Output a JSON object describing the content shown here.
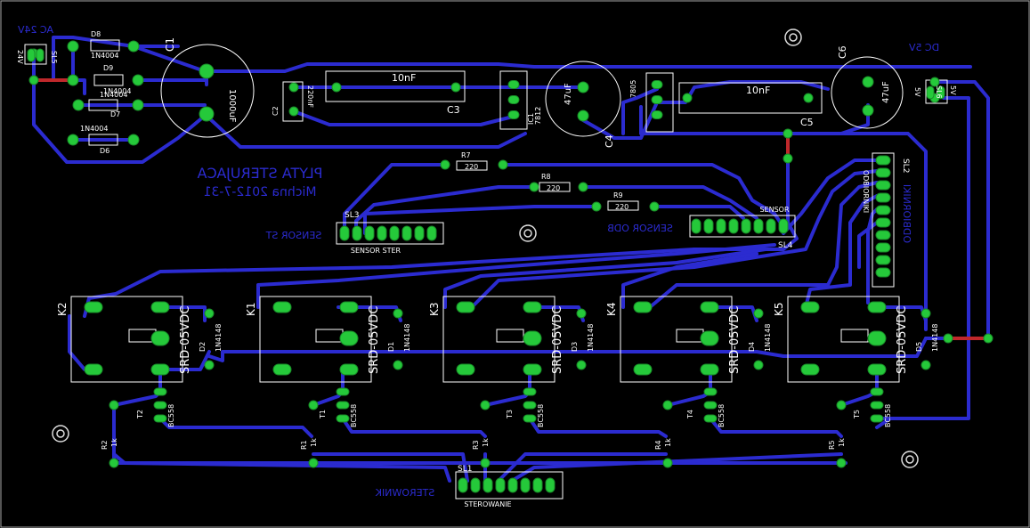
{
  "colors": {
    "background": "#000000",
    "trace_bottom": "#2b2bd0",
    "trace_top": "#c0282b",
    "pad": "#25c93a",
    "silkscreen": "#ffffff",
    "dimension": "#a7a7a7"
  },
  "board": {
    "title": "PLYTA STERUJACA",
    "subtitle": "Michna 2012-7-31"
  },
  "labels": {
    "ac_input": "AC 24V",
    "ac_pin": "24V",
    "ac_connector": "SL5",
    "dc_output": "DC 5V",
    "dc_pin_a": "5V",
    "dc_pin_b": "5V",
    "dc_connector": "SL6",
    "sensor_st": "SENSOR ST",
    "sensor_ster": "SENSOR STER",
    "sensor_odb": "SENSOR ODB",
    "sensor": "SENSOR",
    "odbiorniki": "ODBIORNIKI",
    "odbiornik": "ODBIORNIKI",
    "sterownik": "STEROWNIK",
    "sterowanie": "STEROWANIE"
  },
  "components": {
    "c1": {
      "ref": "C1",
      "value": "1000uF"
    },
    "c2": {
      "ref": "C2",
      "value": "220nF"
    },
    "c3": {
      "ref": "C3",
      "value": "10nF"
    },
    "c4": {
      "ref": "C4",
      "value": "47uF"
    },
    "c5": {
      "ref": "C5",
      "value": "10nF"
    },
    "c6": {
      "ref": "C6",
      "value": "47uF"
    },
    "ic1": {
      "ref": "IC1",
      "value": "7812"
    },
    "ic2": {
      "value": "7805"
    },
    "d8": {
      "ref": "D8",
      "value": "1N4004"
    },
    "d9": {
      "ref": "D9",
      "value": "1N4004"
    },
    "d7": {
      "ref": "D7",
      "value": "1N4004"
    },
    "d6": {
      "ref": "D6",
      "value": "1N4004"
    },
    "r7": {
      "ref": "R7",
      "value": "220"
    },
    "r8": {
      "ref": "R8",
      "value": "220"
    },
    "r9": {
      "ref": "R9",
      "value": "220"
    },
    "sl1": "SL1",
    "sl2": "SL2",
    "sl3": "SL3",
    "sl4": "SL4"
  },
  "relays": [
    {
      "ref": "K2",
      "model": "SRD-05VDC",
      "diode": "D2",
      "diode_value": "1N4148",
      "transistor": "T2",
      "transistor_value": "BC558",
      "resistor": "R2",
      "resistor_value": "1k"
    },
    {
      "ref": "K1",
      "model": "SRD-05VDC",
      "diode": "D1",
      "diode_value": "1N4148",
      "transistor": "T1",
      "transistor_value": "BC558",
      "resistor": "R1",
      "resistor_value": "1k"
    },
    {
      "ref": "K3",
      "model": "SRD-05VDC",
      "diode": "D3",
      "diode_value": "1N4148",
      "transistor": "T3",
      "transistor_value": "BC558",
      "resistor": "R3",
      "resistor_value": "1k"
    },
    {
      "ref": "K4",
      "model": "SRD-05VDC",
      "diode": "D4",
      "diode_value": "1N4148",
      "transistor": "T4",
      "transistor_value": "BC558",
      "resistor": "R4",
      "resistor_value": "1k"
    },
    {
      "ref": "K5",
      "model": "SRD-05VDC",
      "diode": "D5",
      "diode_value": "1N4148",
      "transistor": "T5",
      "transistor_value": "BC558",
      "resistor": "R5",
      "resistor_value": "1k"
    }
  ]
}
